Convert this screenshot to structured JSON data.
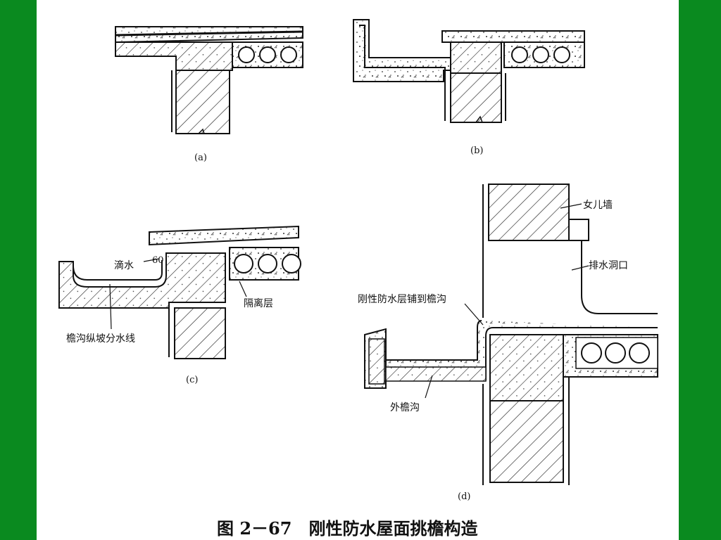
{
  "sub_labels": {
    "a": "(a)",
    "b": "(b)",
    "c": "(c)",
    "d": "(d)"
  },
  "labels_c": {
    "drip": "滴水",
    "dim": "60",
    "isolation": "隔离层",
    "gutter_slope": "檐沟纵坡分水线"
  },
  "labels_d": {
    "parapet": "女儿墙",
    "drain_hole": "排水洞口",
    "rigid_layer": "刚性防水层铺到檐沟",
    "outer_gutter": "外檐沟"
  },
  "caption": "图 2－67　刚性防水屋面挑檐构造",
  "colors": {
    "border": "#0a8a1f",
    "background": "#ffffff",
    "ink": "#111111"
  }
}
